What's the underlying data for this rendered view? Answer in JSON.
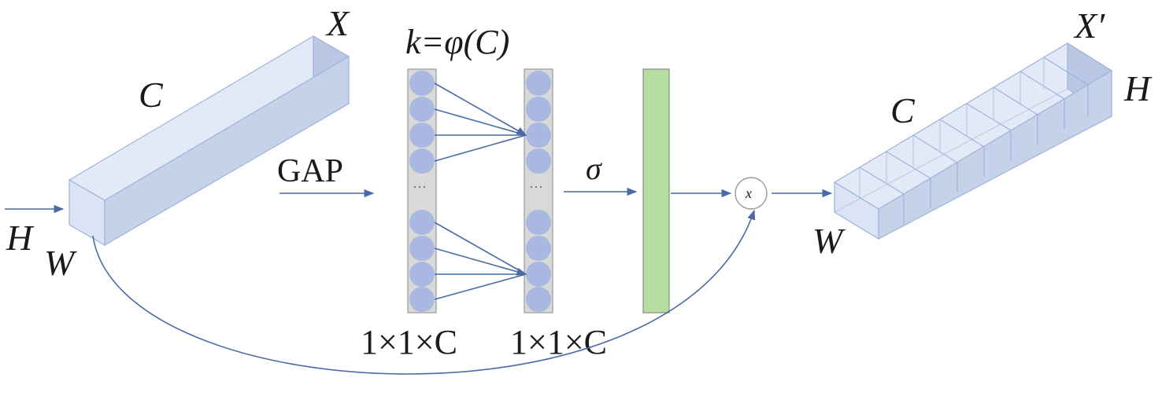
{
  "diagram": {
    "input": {
      "name": "X",
      "channel_label": "C",
      "height_label": "H",
      "width_label": "W"
    },
    "gap_label": "GAP",
    "kernel_label": "k=φ(C)",
    "vector_dims_left": "1×1×C",
    "vector_dims_right": "1×1×C",
    "ellipsis": "···",
    "sigma_label": "σ",
    "multiply_label": "x",
    "output": {
      "name": "X′",
      "channel_label": "C",
      "height_label": "H",
      "width_label": "W"
    },
    "colors": {
      "arrow": "#4a6aa5",
      "cube_front": "#dbe4f5",
      "cube_top": "#e6edf8",
      "cube_side": "#b8c6e3",
      "node_fill": "#a8b8e0",
      "column_fill": "#d9d9d9",
      "attention_bar": "#b6dda0"
    }
  }
}
